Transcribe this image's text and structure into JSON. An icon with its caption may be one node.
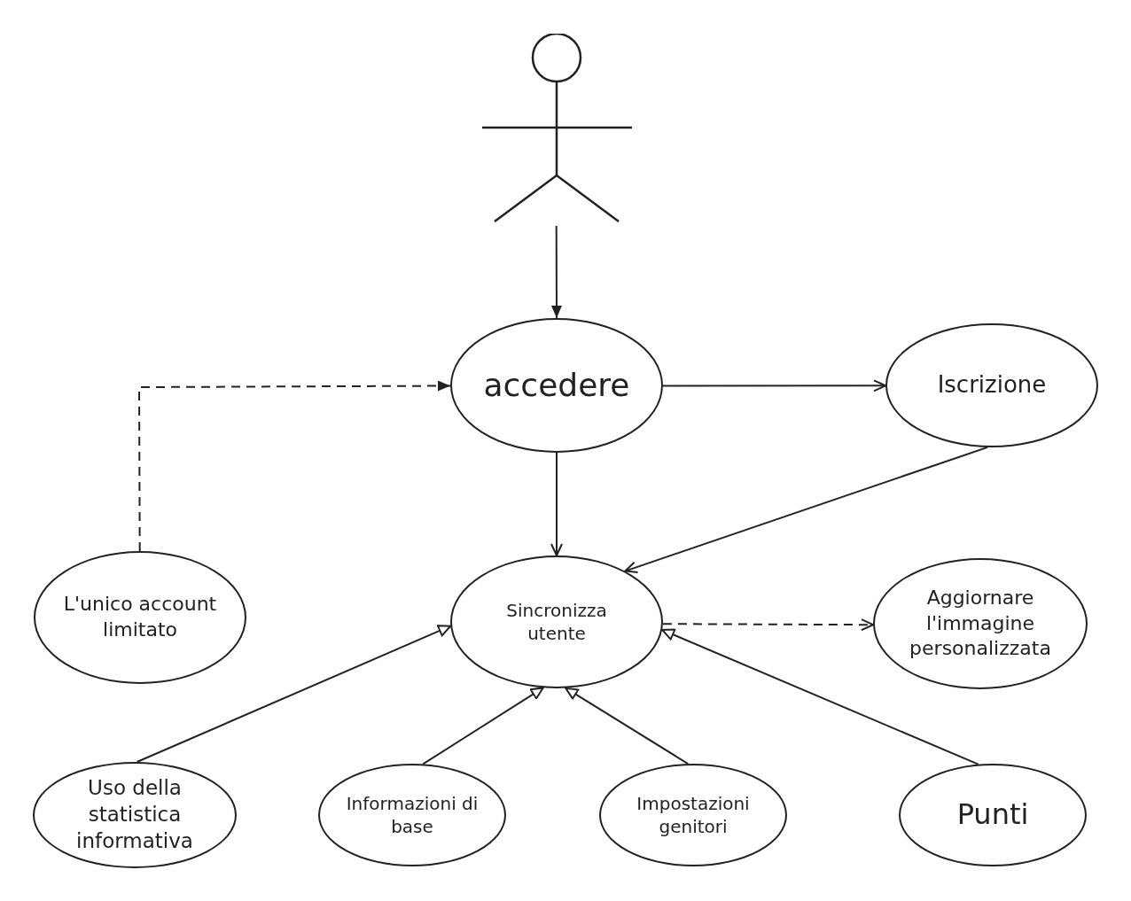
{
  "diagram": {
    "nodes": [
      {
        "text": [],
        "shape": "person"
      },
      {
        "text": [
          "accedere"
        ]
      },
      {
        "text": [
          "Iscrizione"
        ]
      },
      {
        "text": [
          "L'unico account limitato"
        ]
      },
      {
        "text": [
          "Sincronizza utente"
        ]
      },
      {
        "text": [
          "Aggiornare l'immagine personalizzata"
        ]
      },
      {
        "text": [
          "Uso della statistica informativa"
        ]
      },
      {
        "text": [
          "Informazioni di base"
        ]
      },
      {
        "text": [
          "Impostazioni genitori"
        ]
      },
      {
        "text": [
          "Punti"
        ]
      }
    ],
    "edges": [
      {
        "from": 0,
        "to": 1,
        "arrow": "to"
      },
      {
        "from": 1,
        "to": 2,
        "arrow": "to"
      },
      {
        "from": 3,
        "to": 1,
        "arrow": "to",
        "style": "dashed"
      },
      {
        "from": 1,
        "to": 4,
        "arrow": "to"
      },
      {
        "from": 2,
        "to": 4,
        "arrow": "to"
      },
      {
        "from": 4,
        "to": 5,
        "arrow": "to",
        "style": "dashed"
      },
      {
        "from": 6,
        "to": 4,
        "arrow": "to"
      },
      {
        "from": 7,
        "to": 4,
        "arrow": "to"
      },
      {
        "from": 8,
        "to": 4,
        "arrow": "to"
      },
      {
        "from": 9,
        "to": 4,
        "arrow": "to"
      }
    ]
  }
}
